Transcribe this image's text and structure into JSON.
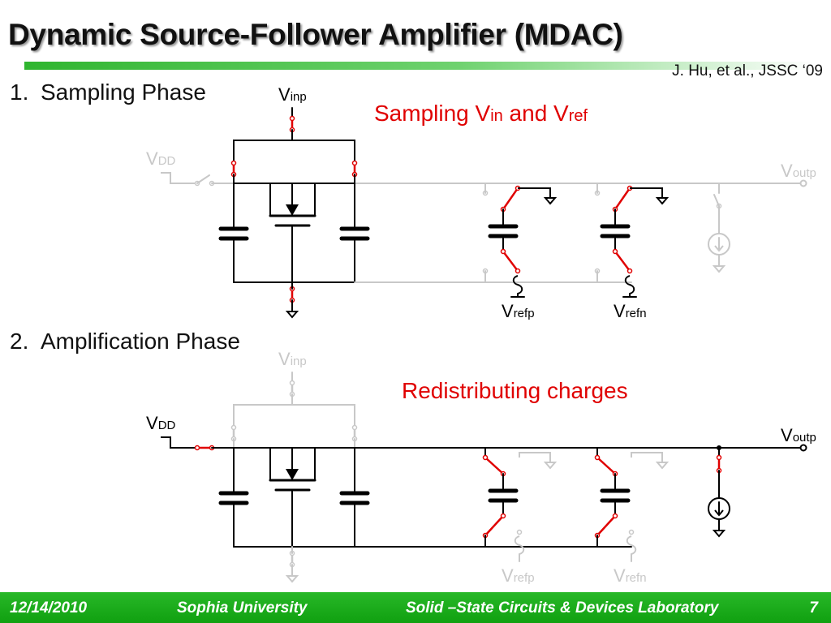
{
  "slide": {
    "title": "Dynamic Source-Follower Amplifier (MDAC)",
    "citation": "J. Hu, et al., JSSC ‘09"
  },
  "phases": [
    {
      "number": "1.",
      "label": "Sampling Phase",
      "note_parts": [
        "Sampling V",
        "in",
        " and V",
        "ref"
      ]
    },
    {
      "number": "2.",
      "label": "Amplification Phase",
      "note": "Redistributing charges"
    }
  ],
  "circuit_labels": {
    "vinp_main": "V",
    "vinp_sub": "inp",
    "vdd_main": "V",
    "vdd_sub": "DD",
    "voutp_main": "V",
    "voutp_sub": "outp",
    "vrefp_main": "V",
    "vrefp_sub": "refp",
    "vrefn_main": "V",
    "vrefn_sub": "refn"
  },
  "colors": {
    "wire_active": "#000000",
    "wire_inactive": "#c8c8c8",
    "switch_closed": "#e00000",
    "note_text": "#e00000",
    "accent_green": "#22b022"
  },
  "footer": {
    "date": "12/14/2010",
    "university": "Sophia University",
    "lab": "Solid –State Circuits & Devices Laboratory",
    "page": "7"
  }
}
